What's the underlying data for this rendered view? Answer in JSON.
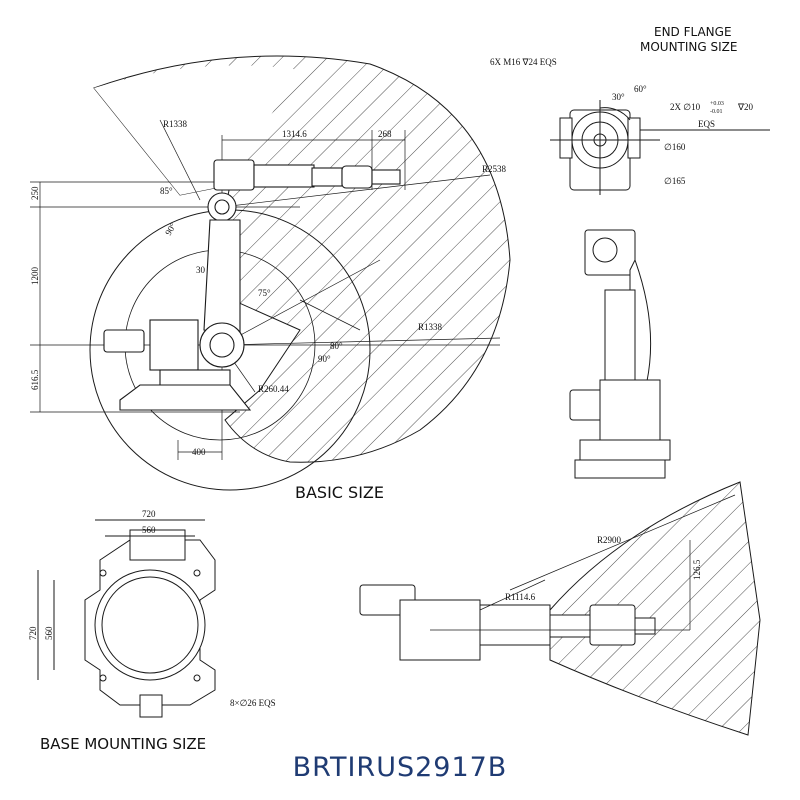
{
  "model_name": "BRTIRUS2917B",
  "sections": {
    "basic_size": "BASIC SIZE",
    "end_flange_line1": "END FLANGE",
    "end_flange_line2": "MOUNTING SIZE",
    "base_mounting": "BASE MOUNTING SIZE"
  },
  "dims": {
    "r1338_top": "R1338",
    "d1314": "1314.6",
    "d268": "268",
    "r2538": "R2538",
    "d250": "250",
    "d1200": "1200",
    "d616": "616.5",
    "a85": "85°",
    "a90a": "90°",
    "d30": "30",
    "a75": "75°",
    "r1338_mid": "R1338",
    "a80": "80°",
    "a90b": "90°",
    "r260": "R260.44",
    "d400": "400",
    "f_holes": "6X  M16  ∇24  EQS",
    "f_30": "30°",
    "f_60": "60°",
    "f_pin_a": "2X  ∅10",
    "f_pin_tol_up": "+0.03",
    "f_pin_tol_dn": "-0.01",
    "f_pin_b": "∇20",
    "f_eqs": "EQS",
    "f_160": "∅160",
    "f_165": "∅165",
    "b720h": "720",
    "b560h": "560",
    "b720v": "720",
    "b560v": "560",
    "b_holes": "8×∅26  EQS",
    "r2900": "R2900",
    "r1114": "R1114.6",
    "d126": "126.5"
  },
  "colors": {
    "line": "#1a1a1a",
    "model_text": "#1f3b73",
    "background": "#ffffff"
  }
}
